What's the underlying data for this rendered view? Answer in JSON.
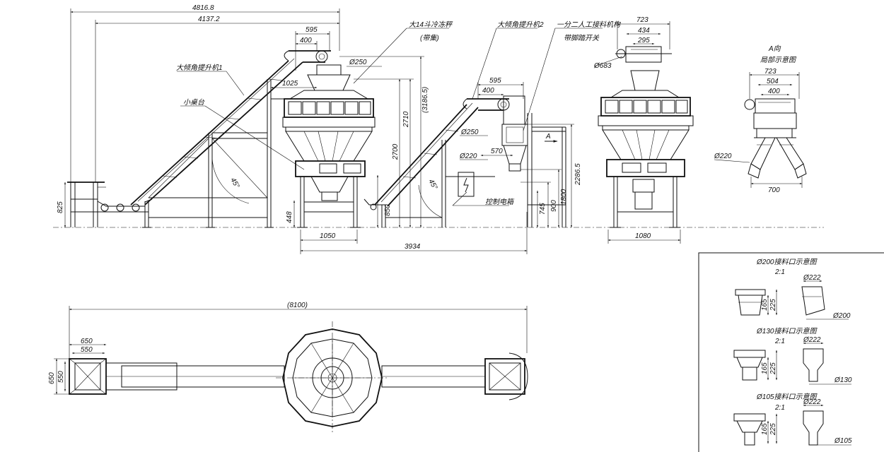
{
  "dims": {
    "d4816": "4816.8",
    "d4137": "4137.2",
    "d595a": "595",
    "d400a": "400",
    "d250a": "Ø250",
    "d1025": "1025",
    "d3186": "(3186.5)",
    "d2710": "2710",
    "d2700": "2700",
    "d825": "825",
    "d448": "448",
    "d850": "850",
    "d1050": "1050",
    "d3934": "3934",
    "d595b": "595",
    "d400b": "400",
    "d250b": "Ø250",
    "d220a": "Ø220",
    "d570": "570",
    "d2286": "2286.5",
    "d1800": "1800",
    "d900": "900",
    "d745": "745",
    "d723a": "723",
    "d434": "434",
    "d295": "295",
    "d683": "Ø683",
    "d1080": "1080",
    "d723b": "723",
    "d504": "504",
    "d400c": "400",
    "d220b": "Ø220",
    "d700": "700",
    "d8100": "(8100)",
    "d650a": "650",
    "d550a": "550",
    "d650b": "650",
    "d550b": "550",
    "angle1": "45°",
    "angle2": "45°",
    "sectionA": "A",
    "d_det1_222": "Ø222",
    "d_det1_165": "165",
    "d_det1_225": "225",
    "d_det1_200": "Ø200",
    "d_det2_222": "Ø222",
    "d_det2_165": "165",
    "d_det2_225": "225",
    "d_det2_130": "Ø130",
    "d_det3_222": "Ø222",
    "d_det3_165": "165",
    "d_det3_225": "225",
    "d_det3_105": "Ø105"
  },
  "labels": {
    "elevator1": "大倾角提升机1",
    "small_platform": "小桌台",
    "scale_line1": "大14斗冷冻秤",
    "scale_line2": "(带集)",
    "elevator2": "大倾角提升机2",
    "manual_line1": "一分二人工接料机构",
    "manual_line2": "带脚踏开关",
    "control_box": "控制电箱",
    "view_a_line1": "A向",
    "view_a_line2": "局部示意图"
  },
  "details": {
    "d1_title": "Ø200接料口示意图",
    "d1_scale": "2:1",
    "d2_title": "Ø130接料口示意图",
    "d2_scale": "2:1",
    "d3_title": "Ø105接料口示意图",
    "d3_scale": "2:1"
  }
}
